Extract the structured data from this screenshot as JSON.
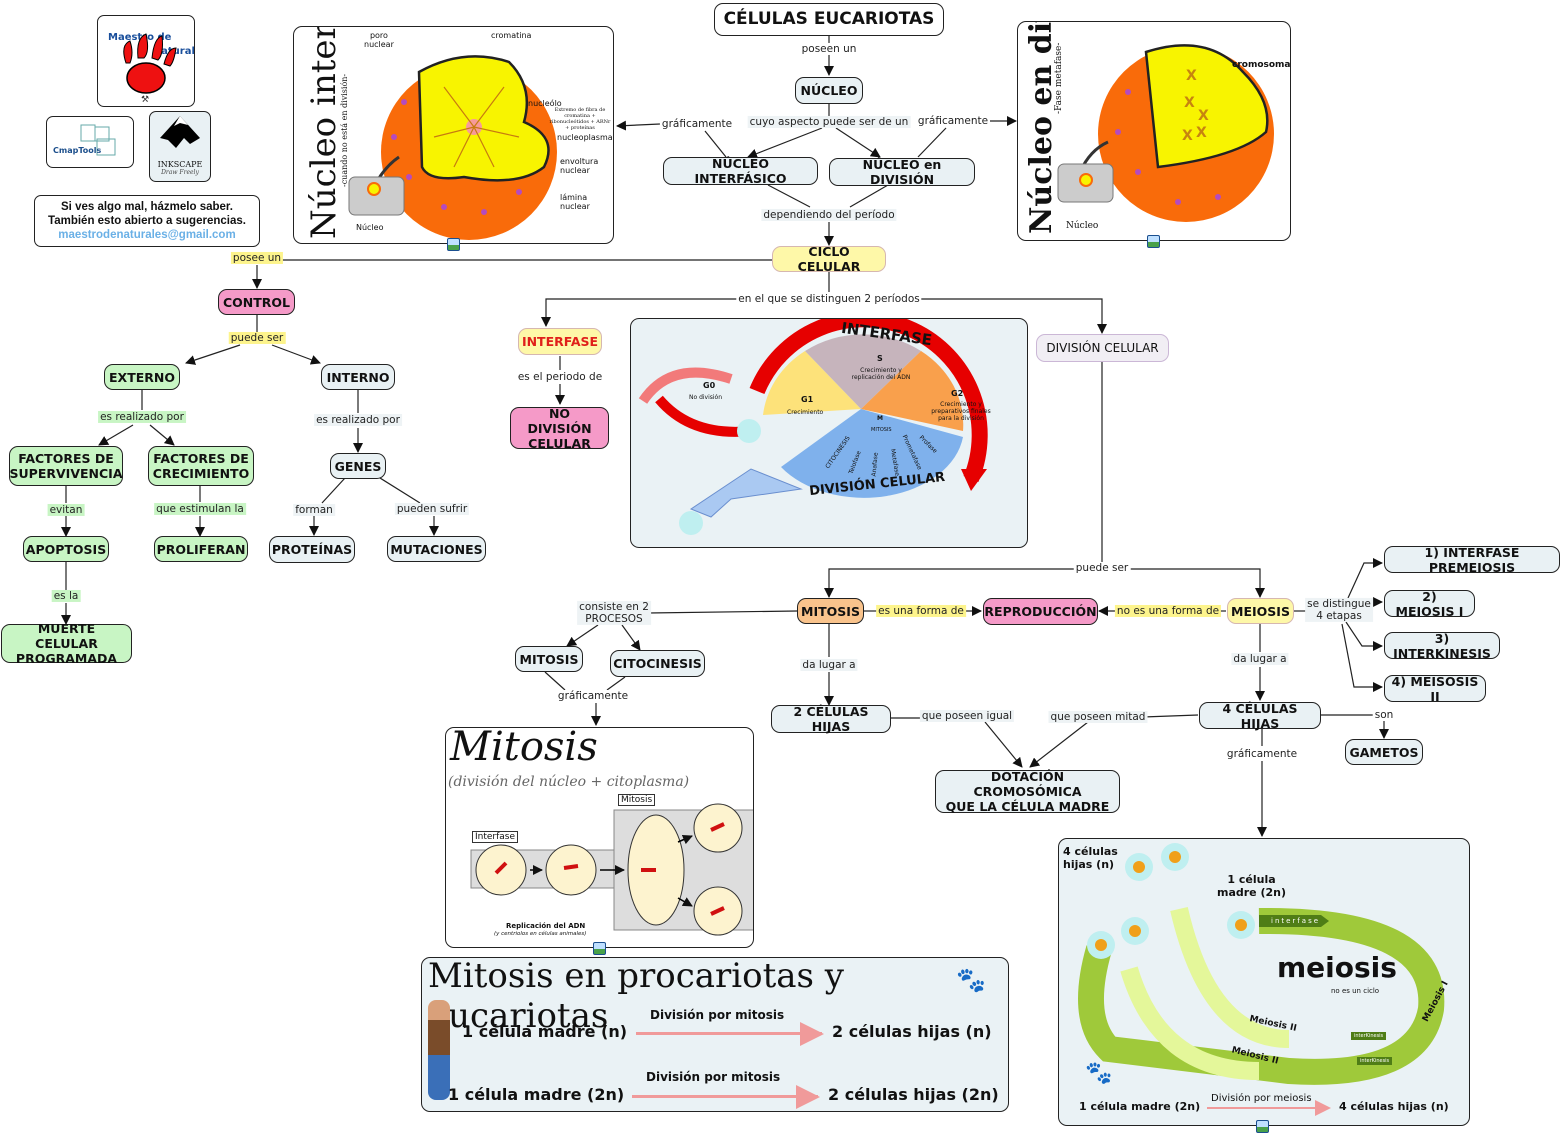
{
  "title": "CÉLULAS EUCARIOTAS",
  "sidebar": {
    "logo_text": "Maestro de naturales",
    "cmaptools_label": "CmapTools",
    "inkscape_label": "INKSCAPE",
    "inkscape_tagline": "Draw Freely",
    "feedback_line1": "Si ves algo mal, házmelo saber.",
    "feedback_line2": "También esto abierto a sugerencias.",
    "email": "maestrodenaturales@gmail.com"
  },
  "nodes": {
    "nucleo": "NÚCLEO",
    "nucleo_interfasico": "NÚCLEO INTERFÁSICO",
    "nucleo_division": "NÚCLEO en DIVISIÓN",
    "ciclo_celular": "CICLO CELULAR",
    "control": "CONTROL",
    "externo": "EXTERNO",
    "interno": "INTERNO",
    "factores_supervivencia": "FACTORES DE\nSUPERVIVENCIA",
    "factores_crecimiento": "FACTORES DE\nCRECIMIENTO",
    "apoptosis": "APOPTOSIS",
    "proliferan": "PROLIFERAN",
    "muerte_celular": "MUERTE CELULAR\nPROGRAMADA",
    "genes": "GENES",
    "proteinas": "PROTEÍNAS",
    "mutaciones": "MUTACIONES",
    "interfase": "INTERFASE",
    "no_division": "NO DIVISIÓN\nCELULAR",
    "division_celular": "DIVISIÓN CELULAR",
    "mitosis": "MITOSIS",
    "reproduccion": "REPRODUCCIÓN",
    "meiosis": "MEIOSIS",
    "mitosis_sub": "MITOSIS",
    "citocinesis": "CITOCINESIS",
    "dos_hijas": "2 CÉLULAS HIJAS",
    "cuatro_hijas": "4 CÉLULAS HIJAS",
    "dotacion": "DOTACIÓN CROMOSÓMICA\nQUE LA CÉLULA MADRE",
    "gametos": "GAMETOS",
    "etapa1": "1) INTERFASE PREMEIOSIS",
    "etapa2": "2) MEIOSIS I",
    "etapa3": "3) INTERKINESIS",
    "etapa4": "4) MEISOSIS II"
  },
  "links": {
    "poseen_un": "poseen un",
    "cuyo_aspecto": "cuyo aspecto puede ser de un",
    "graficamente_left": "gráficamente",
    "graficamente_right": "gráficamente",
    "dependiendo": "dependiendo del período",
    "posee_un": "posee un",
    "puede_ser_control": "puede ser",
    "es_realizado_por_ext": "es realizado por",
    "es_realizado_por_int": "es realizado por",
    "evitan": "evitan",
    "que_estimulan": "que estimulan la",
    "es_la": "es la",
    "forman": "forman",
    "pueden_sufrir": "pueden sufrir",
    "dos_periodos": "en el que se distinguen 2 períodos",
    "es_el_periodo": "es el periodo de",
    "puede_ser_div": "puede ser",
    "es_una_forma": "es una forma de",
    "no_es_una_forma": "no es una forma de",
    "consiste_en": "consiste en 2\nPROCESOS",
    "graficamente_mitosis": "gráficamente",
    "da_lugar_mit": "da lugar a",
    "da_lugar_mei": "da lugar a",
    "se_distingue": "se distingue\n4 etapas",
    "que_poseen_igual": "que poseen igual",
    "que_poseen_mitad": "que poseen mitad",
    "son": "son",
    "graficamente_meiosis": "gráficamente"
  },
  "images": {
    "interfasico": {
      "title": "Núcleo interfásico",
      "subtitle": "-cuando no está en división-",
      "labels": [
        "poro nuclear",
        "cromatina",
        "nucleólo",
        "nucleoplasma",
        "envoltura nuclear",
        "lámina nuclear"
      ],
      "nucleolo_note": "Extremo de fibra de cromatina + ribonucleótidos + ARNr + proteínas",
      "caption": "Núcleo"
    },
    "division": {
      "title": "Núcleo en división",
      "subtitle": "-Fase metafase-",
      "label": "cromosoma",
      "caption": "Núcleo"
    },
    "ciclo": {
      "interfase": "INTERFASE",
      "s_title": "S",
      "s_desc": "Crecimiento y\nreplicación del ADN",
      "g1_title": "G1",
      "g1_desc": "Crecimiento",
      "g2_title": "G2",
      "g2_desc": "Crecimiento y\npreparativos finales\npara la división",
      "g0_title": "G0",
      "g0_desc": "No división",
      "m": "M",
      "mitosis": "MITOSIS",
      "phases": [
        "CITOCINESIS",
        "Telofase",
        "Anafase",
        "Metafase",
        "Prometafase",
        "Profase"
      ],
      "division": "DIVISIÓN CELULAR"
    },
    "mitosis_panel": {
      "title": "Mitosis",
      "subtitle": "(división del núcleo + citoplasma)",
      "interfase_tag": "Interfase",
      "mitosis_tag": "Mitosis",
      "replicacion": "Replicación del ADN",
      "replicacion_note": "(y centriolos en células animales)"
    },
    "procariotas": {
      "title": "Mitosis en procariotas y eucariotas",
      "row1_left": "1 célula madre (n)",
      "row1_arrow": "División por mitosis",
      "row1_right": "2 células hijas (n)",
      "row2_left": "1 célula madre (2n)",
      "row2_arrow": "División por mitosis",
      "row2_right": "2 células hijas (2n)"
    },
    "meiosis_panel": {
      "hijas": "4 células\nhijas (n)",
      "madre": "1 célula\nmadre (2n)",
      "title": "meiosis",
      "subtitle": "no es un ciclo",
      "interfase": "interfase",
      "meiosis_i": "Meiosis I",
      "meiosis_ii_a": "Meiosis II",
      "meiosis_ii_b": "Meiosis II",
      "interkinesis": "interKinesis",
      "bottom_left": "1 célula madre (2n)",
      "bottom_arrow": "División por meiosis",
      "bottom_right": "4 células hijas (n)"
    }
  }
}
